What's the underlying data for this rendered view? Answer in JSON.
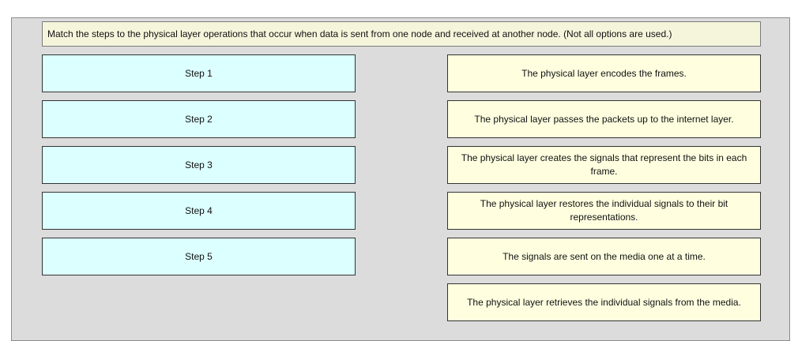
{
  "instructions": "Match the steps to the physical layer operations that occur when data is sent from one node and received at another node. (Not all options are used.)",
  "steps": [
    {
      "label": "Step 1"
    },
    {
      "label": "Step 2"
    },
    {
      "label": "Step 3"
    },
    {
      "label": "Step 4"
    },
    {
      "label": "Step 5"
    }
  ],
  "options": [
    {
      "text": "The physical layer encodes the frames."
    },
    {
      "text": "The physical layer passes the packets up to the internet layer."
    },
    {
      "text": "The physical layer creates the signals that represent the bits in each frame."
    },
    {
      "text": "The physical layer restores the individual signals to their bit representations."
    },
    {
      "text": "The signals are sent on the media one at a time."
    },
    {
      "text": "The physical layer retrieves the individual signals from the media."
    }
  ],
  "colors": {
    "panel_bg": "#dcdcdc",
    "instructions_bg": "#f5f5dc",
    "step_bg": "#dcffff",
    "option_bg": "#ffffe0"
  }
}
